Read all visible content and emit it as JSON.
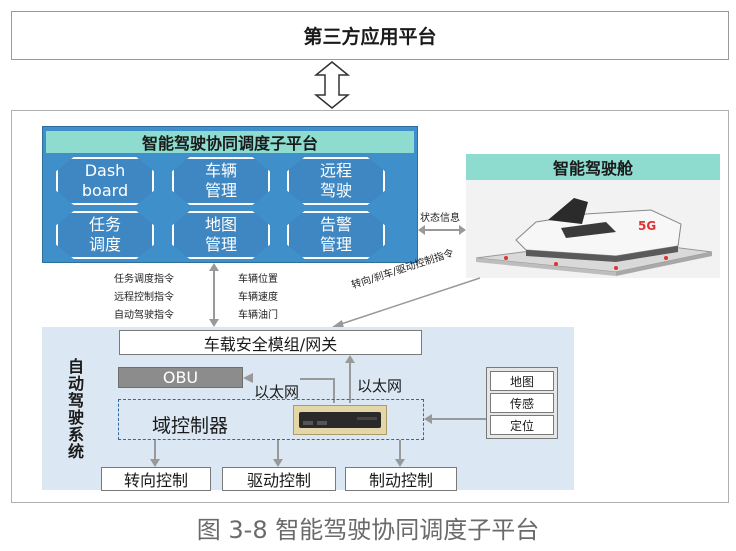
{
  "top_platform": {
    "label": "第三方应用平台"
  },
  "subplatform": {
    "title": "智能驾驶协同调度子平台",
    "modules": [
      {
        "line1": "Dash",
        "line2": "board"
      },
      {
        "line1": "车辆",
        "line2": "管理"
      },
      {
        "line1": "远程",
        "line2": "驾驶"
      },
      {
        "line1": "任务",
        "line2": "调度"
      },
      {
        "line1": "地图",
        "line2": "管理"
      },
      {
        "line1": "告警",
        "line2": "管理"
      }
    ]
  },
  "cabin": {
    "title": "智能驾驶舱",
    "logo_text": "5G"
  },
  "links": {
    "status_info": "状态信息",
    "steering_cmd": "转向/刹车/驱动控制指令",
    "downlink": [
      "任务调度指令",
      "远程控制指令",
      "自动驾驶指令"
    ],
    "uplink": [
      "车辆位置",
      "车辆速度",
      "车辆油门"
    ],
    "ethernet_1": "以太网",
    "ethernet_2": "以太网"
  },
  "ads": {
    "label": "自动驾驶系统",
    "gateway": "车载安全模组/网关",
    "obu": "OBU",
    "domain_controller": "域控制器",
    "sensors": [
      "地图",
      "传感",
      "定位"
    ],
    "controls": [
      "转向控制",
      "驱动控制",
      "制动控制"
    ]
  },
  "caption": "图 3-8 智能驾驶协同调度子平台",
  "colors": {
    "platform_blue": "#3f8fca",
    "title_teal": "#8ddccf",
    "ads_bg": "#dbe7f2",
    "gray": "#8c8c8c"
  }
}
